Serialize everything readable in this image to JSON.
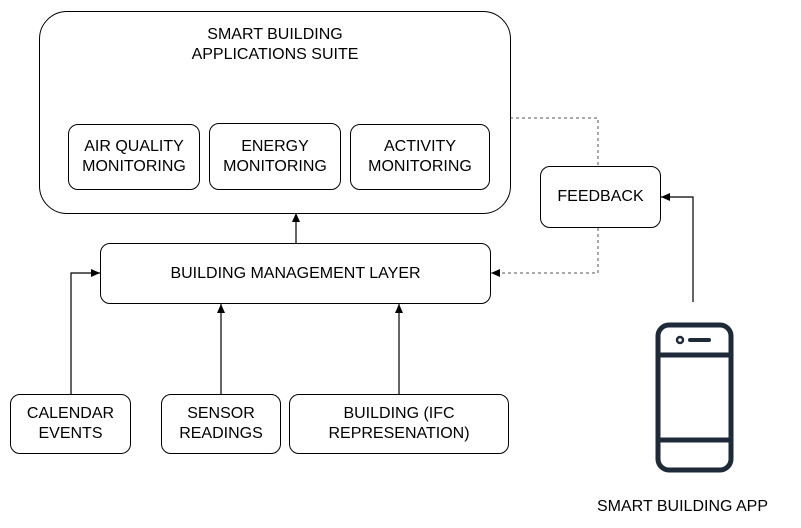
{
  "suite": {
    "title": "SMART BUILDING\nAPPLICATIONS SUITE"
  },
  "apps": [
    {
      "label": "AIR QUALITY\nMONITORING"
    },
    {
      "label": "ENERGY\nMONITORING"
    },
    {
      "label": "ACTIVITY\nMONITORING"
    }
  ],
  "feedback": {
    "label": "FEEDBACK"
  },
  "management": {
    "label": "BUILDING MANAGEMENT LAYER"
  },
  "inputs": [
    {
      "label": "CALENDAR\nEVENTS"
    },
    {
      "label": "SENSOR\nREADINGS"
    },
    {
      "label": "BUILDING (IFC\nREPRESENATION)"
    }
  ],
  "phone": {
    "label": "SMART BUILDING APP",
    "icon": "smartphone-icon"
  }
}
